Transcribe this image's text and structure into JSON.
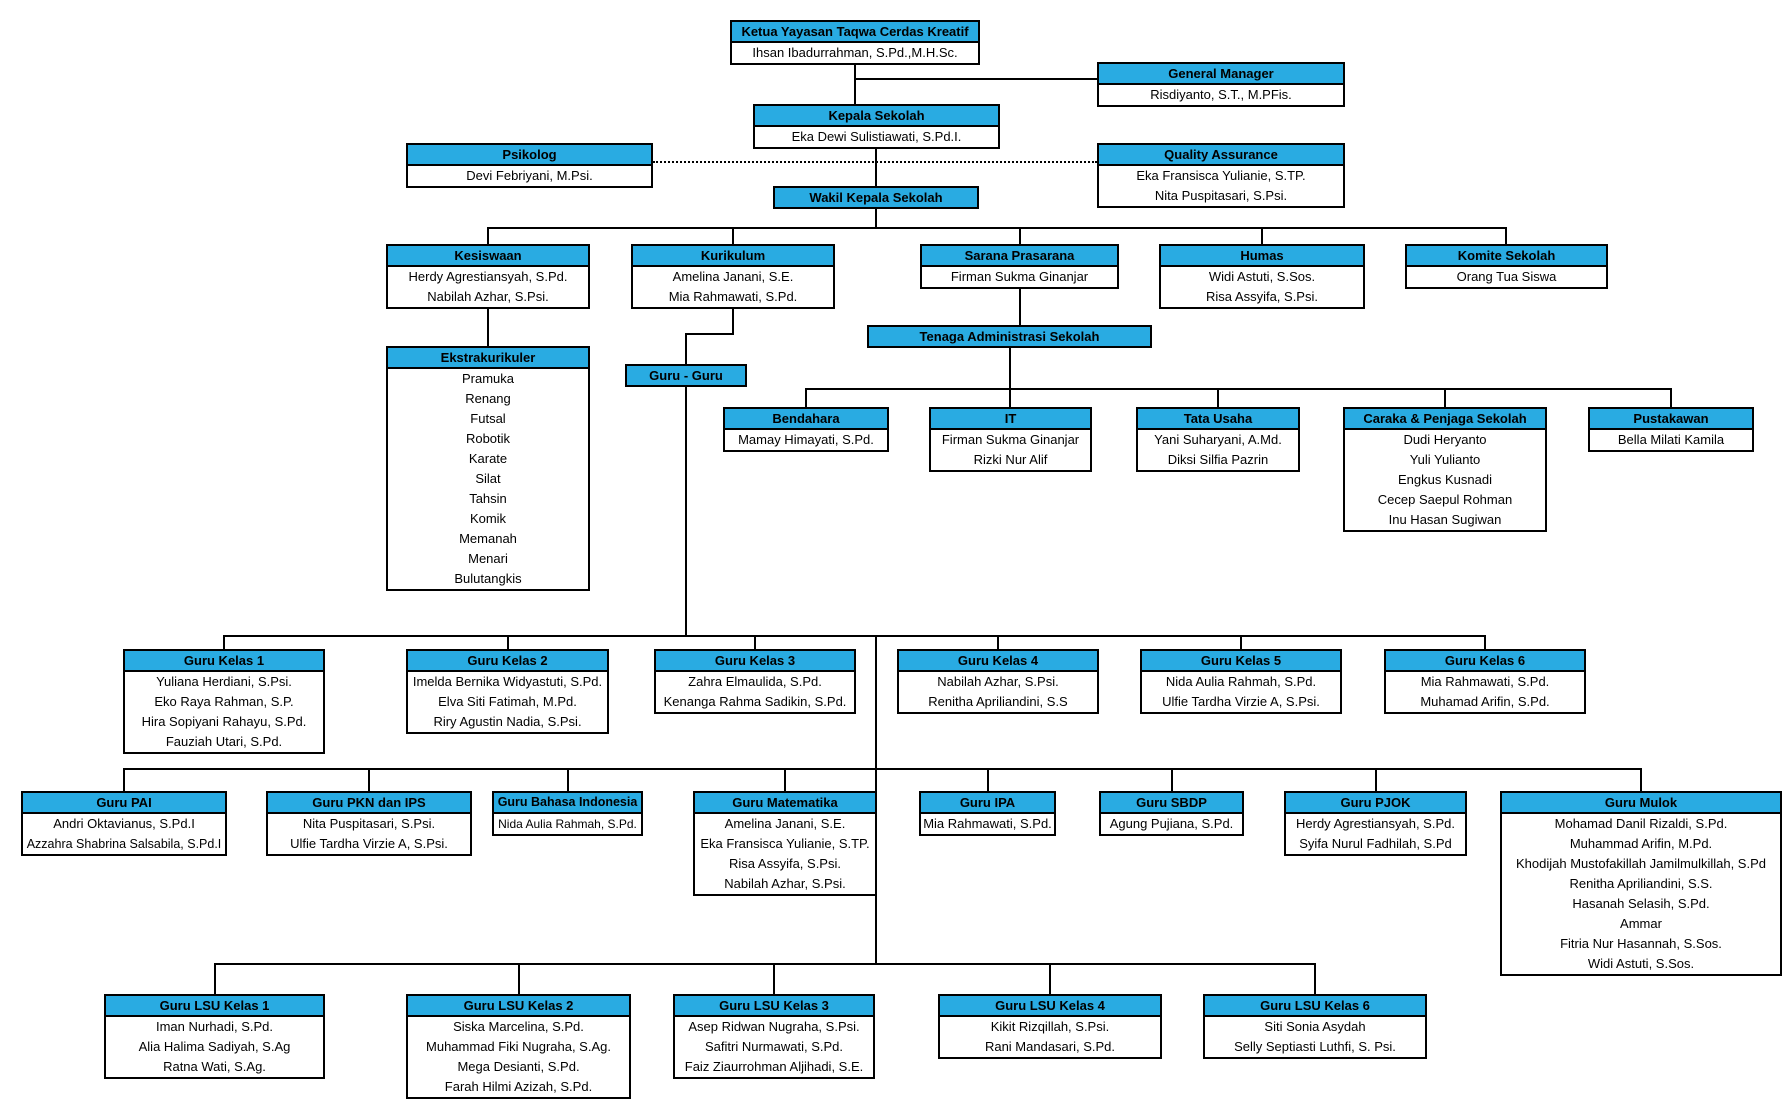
{
  "colors": {
    "header_blue": "#29ABE2",
    "line_black": "#000000"
  },
  "org": {
    "units": {
      "ketua": {
        "title": "Ketua Yayasan Taqwa Cerdas Kreatif",
        "members": [
          "Ihsan Ibadurrahman, S.Pd.,M.H.Sc."
        ]
      },
      "general_manager": {
        "title": "General Manager",
        "members": [
          "Risdiyanto, S.T., M.PFis."
        ]
      },
      "kepala_sekolah": {
        "title": "Kepala Sekolah",
        "members": [
          "Eka Dewi Sulistiawati, S.Pd.I."
        ]
      },
      "psikolog": {
        "title": "Psikolog",
        "members": [
          "Devi Febriyani, M.Psi."
        ]
      },
      "quality_assurance": {
        "title": "Quality Assurance",
        "members": [
          "Eka Fransisca Yulianie, S.TP.",
          "Nita Puspitasari, S.Psi."
        ]
      },
      "wakil_kepala_sekolah": {
        "title": "Wakil Kepala Sekolah",
        "members": []
      },
      "kesiswaan": {
        "title": "Kesiswaan",
        "members": [
          "Herdy Agrestiansyah, S.Pd.",
          "Nabilah Azhar, S.Psi."
        ]
      },
      "kurikulum": {
        "title": "Kurikulum",
        "members": [
          "Amelina Janani, S.E.",
          "Mia Rahmawati, S.Pd."
        ]
      },
      "sarana_prasarana": {
        "title": "Sarana Prasarana",
        "members": [
          "Firman Sukma Ginanjar"
        ]
      },
      "humas": {
        "title": "Humas",
        "members": [
          "Widi Astuti, S.Sos.",
          "Risa Assyifa, S.Psi."
        ]
      },
      "komite_sekolah": {
        "title": "Komite Sekolah",
        "members": [
          "Orang Tua Siswa"
        ]
      },
      "ekstrakurikuler": {
        "title": "Ekstrakurikuler",
        "members": [
          "Pramuka",
          "Renang",
          "Futsal",
          "Robotik",
          "Karate",
          "Silat",
          "Tahsin",
          "Komik",
          "Memanah",
          "Menari",
          "Bulutangkis"
        ]
      },
      "tenaga_administrasi": {
        "title": "Tenaga Administrasi Sekolah",
        "members": []
      },
      "guru_guru": {
        "title": "Guru - Guru",
        "members": []
      },
      "bendahara": {
        "title": "Bendahara",
        "members": [
          "Mamay Himayati, S.Pd."
        ]
      },
      "it": {
        "title": "IT",
        "members": [
          "Firman Sukma Ginanjar",
          "Rizki Nur Alif"
        ]
      },
      "tata_usaha": {
        "title": "Tata Usaha",
        "members": [
          "Yani Suharyani, A.Md.",
          "Diksi Silfia Pazrin"
        ]
      },
      "caraka_penjaga": {
        "title": "Caraka & Penjaga Sekolah",
        "members": [
          "Dudi Heryanto",
          "Yuli Yulianto",
          "Engkus Kusnadi",
          "Cecep Saepul Rohman",
          "Inu Hasan Sugiwan"
        ]
      },
      "pustakawan": {
        "title": "Pustakawan",
        "members": [
          "Bella Milati Kamila"
        ]
      },
      "guru_kelas_1": {
        "title": "Guru Kelas 1",
        "members": [
          "Yuliana Herdiani, S.Psi.",
          "Eko Raya Rahman, S.P.",
          "Hira Sopiyani Rahayu, S.Pd.",
          "Fauziah Utari, S.Pd."
        ]
      },
      "guru_kelas_2": {
        "title": "Guru Kelas 2",
        "members": [
          "Imelda Bernika Widyastuti, S.Pd.",
          "Elva Siti Fatimah, M.Pd.",
          "Riry Agustin Nadia, S.Psi."
        ]
      },
      "guru_kelas_3": {
        "title": "Guru Kelas 3",
        "members": [
          "Zahra Elmaulida, S.Pd.",
          "Kenanga Rahma Sadikin, S.Pd."
        ]
      },
      "guru_kelas_4": {
        "title": "Guru Kelas 4",
        "members": [
          "Nabilah Azhar, S.Psi.",
          "Renitha Apriliandini, S.S"
        ]
      },
      "guru_kelas_5": {
        "title": "Guru Kelas 5",
        "members": [
          "Nida Aulia Rahmah, S.Pd.",
          "Ulfie Tardha Virzie A, S.Psi."
        ]
      },
      "guru_kelas_6": {
        "title": "Guru Kelas 6",
        "members": [
          "Mia Rahmawati, S.Pd.",
          "Muhamad Arifin, S.Pd."
        ]
      },
      "guru_pai": {
        "title": "Guru PAI",
        "members": [
          "Andri Oktavianus, S.Pd.I",
          "Azzahra Shabrina Salsabila, S.Pd.I"
        ]
      },
      "guru_pkn_ips": {
        "title": "Guru PKN dan IPS",
        "members": [
          "Nita Puspitasari, S.Psi.",
          "Ulfie Tardha Virzie A, S.Psi."
        ]
      },
      "guru_bahasa_indonesia": {
        "title": "Guru Bahasa Indonesia",
        "members": [
          "Nida Aulia Rahmah, S.Pd."
        ]
      },
      "guru_matematika": {
        "title": "Guru Matematika",
        "members": [
          "Amelina Janani, S.E.",
          "Eka Fransisca Yulianie, S.TP.",
          "Risa Assyifa, S.Psi.",
          "Nabilah Azhar, S.Psi."
        ]
      },
      "guru_ipa": {
        "title": "Guru IPA",
        "members": [
          "Mia Rahmawati, S.Pd."
        ]
      },
      "guru_sbdp": {
        "title": "Guru SBDP",
        "members": [
          "Agung Pujiana, S.Pd."
        ]
      },
      "guru_pjok": {
        "title": "Guru PJOK",
        "members": [
          "Herdy Agrestiansyah, S.Pd.",
          "Syifa Nurul Fadhilah, S.Pd"
        ]
      },
      "guru_mulok": {
        "title": "Guru Mulok",
        "members": [
          "Mohamad Danil Rizaldi, S.Pd.",
          "Muhammad Arifin, M.Pd.",
          "Khodijah Mustofakillah Jamilmulkillah, S.Pd",
          "Renitha Apriliandini, S.S.",
          "Hasanah Selasih, S.Pd.",
          "Ammar",
          "Fitria Nur Hasannah, S.Sos.",
          "Widi Astuti, S.Sos."
        ]
      },
      "guru_lsu_1": {
        "title": "Guru LSU Kelas 1",
        "members": [
          "Iman Nurhadi, S.Pd.",
          "Alia Halima Sadiyah, S.Ag",
          "Ratna Wati, S.Ag."
        ]
      },
      "guru_lsu_2": {
        "title": "Guru LSU Kelas 2",
        "members": [
          "Siska Marcelina, S.Pd.",
          "Muhammad Fiki Nugraha, S.Ag.",
          "Mega Desianti, S.Pd.",
          "Farah Hilmi Azizah, S.Pd."
        ]
      },
      "guru_lsu_3": {
        "title": "Guru LSU Kelas 3",
        "members": [
          "Asep Ridwan Nugraha, S.Psi.",
          "Safitri Nurmawati, S.Pd.",
          "Faiz Ziaurrohman Aljihadi, S.E."
        ]
      },
      "guru_lsu_4": {
        "title": "Guru LSU Kelas 4",
        "members": [
          "Kikit Rizqillah, S.Psi.",
          "Rani Mandasari, S.Pd."
        ]
      },
      "guru_lsu_6": {
        "title": "Guru LSU Kelas 6",
        "members": [
          "Siti Sonia Asydah",
          "Selly Septiasti Luthfi, S. Psi."
        ]
      }
    }
  }
}
